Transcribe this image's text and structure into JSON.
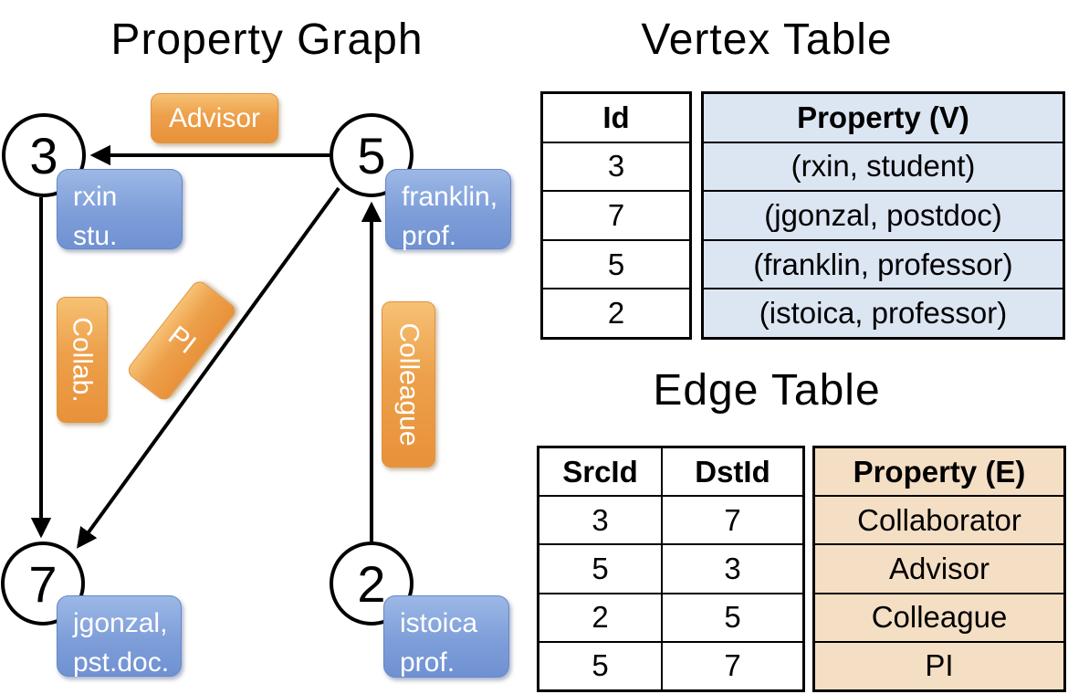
{
  "graph": {
    "title": "Property Graph",
    "nodes": [
      {
        "id": "3",
        "property_line1": "rxin",
        "property_line2": "stu."
      },
      {
        "id": "5",
        "property_line1": "franklin,",
        "property_line2": "prof."
      },
      {
        "id": "7",
        "property_line1": "jgonzal,",
        "property_line2": "pst.doc."
      },
      {
        "id": "2",
        "property_line1": "istoica",
        "property_line2": "prof."
      }
    ],
    "edge_labels": [
      {
        "label": "Advisor"
      },
      {
        "label": "Collab."
      },
      {
        "label": "PI"
      },
      {
        "label": "Colleague"
      }
    ]
  },
  "vertex_table": {
    "title": "Vertex Table",
    "headers": {
      "id": "Id",
      "property": "Property (V)"
    },
    "rows": [
      {
        "id": "3",
        "property": "(rxin, student)"
      },
      {
        "id": "7",
        "property": "(jgonzal, postdoc)"
      },
      {
        "id": "5",
        "property": "(franklin, professor)"
      },
      {
        "id": "2",
        "property": "(istoica, professor)"
      }
    ]
  },
  "edge_table": {
    "title": "Edge Table",
    "headers": {
      "src": "SrcId",
      "dst": "DstId",
      "property": "Property (E)"
    },
    "rows": [
      {
        "src": "3",
        "dst": "7",
        "property": "Collaborator"
      },
      {
        "src": "5",
        "dst": "3",
        "property": "Advisor"
      },
      {
        "src": "2",
        "dst": "5",
        "property": "Colleague"
      },
      {
        "src": "5",
        "dst": "7",
        "property": "PI"
      }
    ]
  },
  "colors": {
    "edge_label_orange": "#ED9F44",
    "vertex_property_blue": "#87A5DC",
    "vertex_table_fill": "#DCE5F2",
    "edge_table_fill": "#F5DFC4",
    "line_color": "#000000"
  }
}
